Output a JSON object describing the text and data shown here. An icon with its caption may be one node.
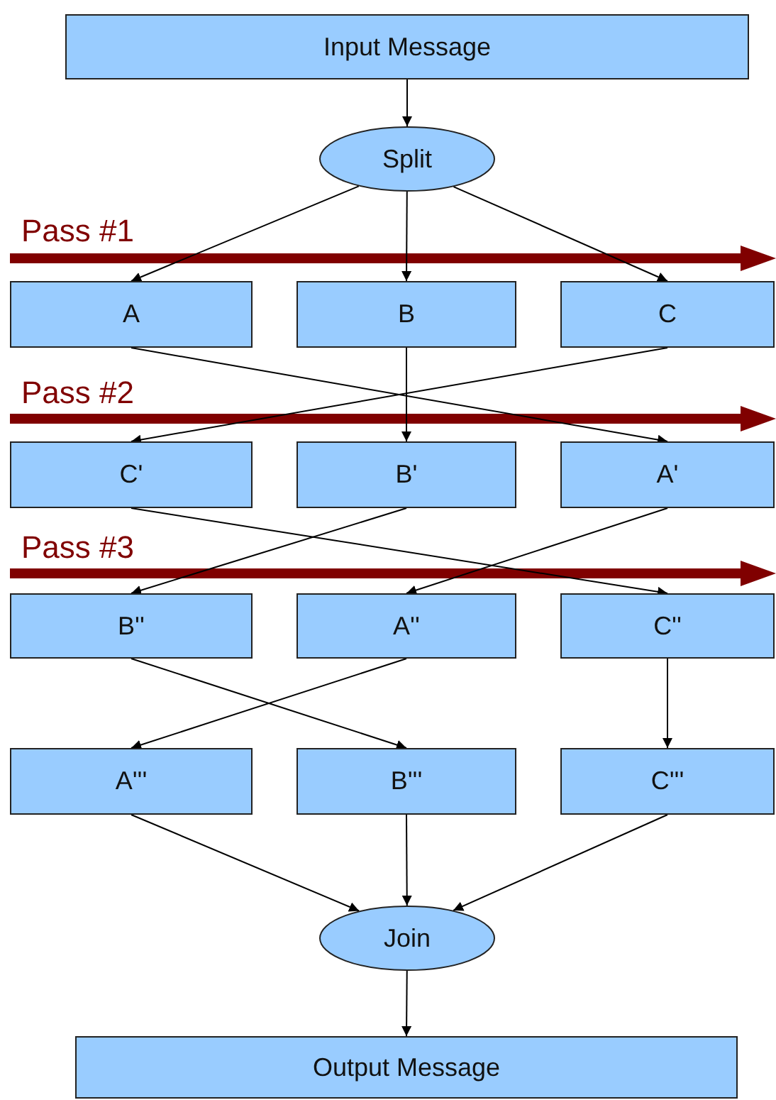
{
  "diagram": {
    "nodes": [
      {
        "text": [
          "Input Message"
        ]
      },
      {
        "text": [
          "Split"
        ]
      },
      {
        "text": [
          "A"
        ]
      },
      {
        "text": [
          "B"
        ]
      },
      {
        "text": [
          "C"
        ]
      },
      {
        "text": [
          "C'"
        ]
      },
      {
        "text": [
          "B'"
        ]
      },
      {
        "text": [
          "A'"
        ]
      },
      {
        "text": [
          "B''"
        ]
      },
      {
        "text": [
          "A''"
        ]
      },
      {
        "text": [
          "C''"
        ]
      },
      {
        "text": [
          "A'''"
        ]
      },
      {
        "text": [
          "B'''"
        ]
      },
      {
        "text": [
          "C'''"
        ]
      },
      {
        "text": [
          "Join"
        ]
      },
      {
        "text": [
          "Output Message"
        ]
      }
    ],
    "edges": [
      {
        "from": 0,
        "to": 1,
        "arrow": "to"
      },
      {
        "from": 1,
        "to": 2,
        "arrow": "to"
      },
      {
        "from": 1,
        "to": 3,
        "arrow": "to"
      },
      {
        "from": 1,
        "to": 4,
        "arrow": "to"
      },
      {
        "from": 2,
        "to": 7,
        "arrow": "to"
      },
      {
        "from": 3,
        "to": 6,
        "arrow": "to"
      },
      {
        "from": 4,
        "to": 5,
        "arrow": "to"
      },
      {
        "from": 5,
        "to": 10,
        "arrow": "to"
      },
      {
        "from": 6,
        "to": 8,
        "arrow": "to"
      },
      {
        "from": 7,
        "to": 9,
        "arrow": "to"
      },
      {
        "from": 8,
        "to": 12,
        "arrow": "to"
      },
      {
        "from": 9,
        "to": 11,
        "arrow": "to"
      },
      {
        "from": 10,
        "to": 13,
        "arrow": "to"
      },
      {
        "from": 11,
        "to": 14,
        "arrow": "to"
      },
      {
        "from": 12,
        "to": 14,
        "arrow": "to"
      },
      {
        "from": 13,
        "to": 14,
        "arrow": "to"
      },
      {
        "from": 14,
        "to": 15,
        "arrow": "to"
      }
    ],
    "labels": [
      "Pass #1",
      "Pass #2",
      "Pass #3"
    ]
  }
}
